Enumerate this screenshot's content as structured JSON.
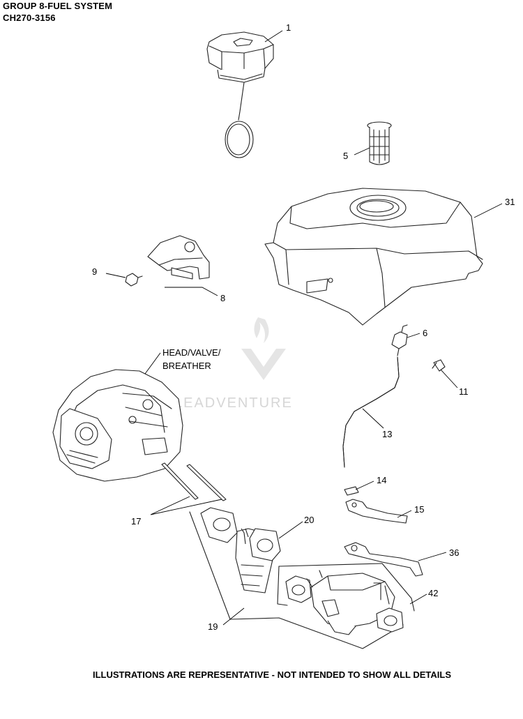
{
  "header": {
    "title": "GROUP 8-FUEL SYSTEM",
    "model": "CH270-3156"
  },
  "watermark": {
    "text": "LEADVENTURE"
  },
  "callouts": [
    {
      "id": "c1",
      "label": "1"
    },
    {
      "id": "c5",
      "label": "5"
    },
    {
      "id": "c31",
      "label": "31"
    },
    {
      "id": "c9",
      "label": "9"
    },
    {
      "id": "c8",
      "label": "8"
    },
    {
      "id": "c6",
      "label": "6"
    },
    {
      "id": "c11",
      "label": "11"
    },
    {
      "id": "c13",
      "label": "13"
    },
    {
      "id": "c14",
      "label": "14"
    },
    {
      "id": "c15",
      "label": "15"
    },
    {
      "id": "c17",
      "label": "17"
    },
    {
      "id": "c20",
      "label": "20"
    },
    {
      "id": "c36",
      "label": "36"
    },
    {
      "id": "c42",
      "label": "42"
    },
    {
      "id": "c19",
      "label": "19"
    }
  ],
  "assembly_label": {
    "line1": "HEAD/VALVE/",
    "line2": "BREATHER"
  },
  "footer": {
    "note": "ILLUSTRATIONS ARE REPRESENTATIVE - NOT INTENDED TO SHOW ALL DETAILS"
  }
}
